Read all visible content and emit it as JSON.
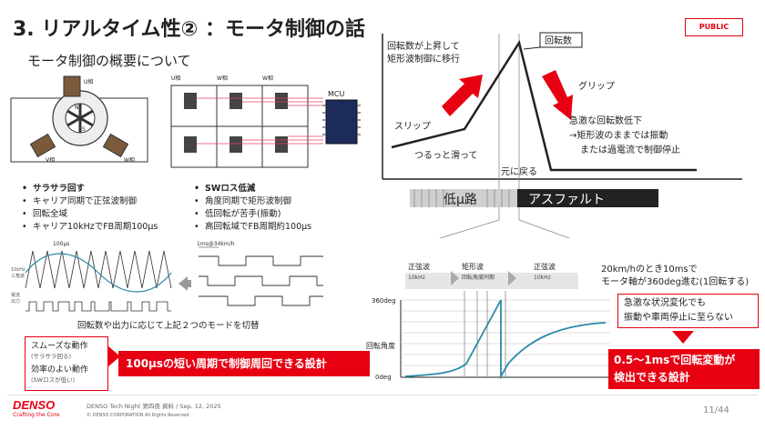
{
  "slide": {
    "title": "3. リアルタイム性② ：モータ制御の話",
    "subtitle": "モータ制御の概要について",
    "public_label": "PUBLIC",
    "page": "11/44"
  },
  "circuit": {
    "mcu_label": "MCU",
    "u_phase": "U相",
    "v_phase": "V相",
    "w_phase": "W相",
    "n_label": "N",
    "s_label": "S"
  },
  "modes": {
    "left": [
      "サラサラ回す",
      "キャリア同期で正弦波制御",
      "回転全域",
      "キャリア10kHzでFB周期100μs"
    ],
    "right": [
      "SWロス低減",
      "角度同期で矩形波制御",
      "低回転が苦手(振動)",
      "高回転域でFB周期約100μs"
    ],
    "wave_left_period": "100μs",
    "wave_left_axis1": "10kHz",
    "wave_left_axis1b": "三角波",
    "wave_left_axis2": "電流",
    "wave_left_axis2b": "出力",
    "wave_right_period": "1ms@34km/h",
    "switch_caption": "回転数や出力に応じて上記２つのモードを切替"
  },
  "benefits": {
    "item1": "スムーズな動作",
    "item1_sub": "(サラサラ回る)",
    "item2": "効率のよい動作",
    "item2_sub": "(SWロスが低い)",
    "conclusion": "100μsの短い周期で制御周回できる設計"
  },
  "speed_graph": {
    "label_top": "回転数が上昇して",
    "label_top2": "矩形波制御に移行",
    "callout": "回転数",
    "grip": "グリップ",
    "slip": "スリップ",
    "slide": "つるっと滑って",
    "return": "元に戻る",
    "drop1": "急激な回転数低下",
    "drop2": "→矩形波のままでは振動",
    "drop3": "または過電流で制御停止",
    "road_low": "低μ路",
    "road_asphalt": "アスファルト"
  },
  "angle_graph": {
    "phase1": "正弦波",
    "phase1_sub": "10kHz",
    "phase2": "矩形波",
    "phase2_sub": "回転角度同期",
    "phase3": "正弦波",
    "phase3_sub": "10kHz",
    "y_top": "360deg",
    "y_mid": "回転角度",
    "y_bottom": "0deg",
    "note1": "20km/hのとき10msで",
    "note2": "モータ軸が360deg進む(1回転する)",
    "box1": "急激な状況変化でも",
    "box2": "振動や車両停止に至らない",
    "conclusion1": "0.5〜1msで回転変動が",
    "conclusion2": "検出できる設計"
  },
  "footer": {
    "brand": "DENSO",
    "tagline": "Crafting the Core",
    "event": "DENSO Tech Night 第四夜 資料 / Sep. 12, 2025",
    "copyright": "© DENSO CORPORATION All Rights Reserved."
  },
  "colors": {
    "accent": "#e60012",
    "dark": "#222222",
    "teal": "#2a8aa6"
  }
}
